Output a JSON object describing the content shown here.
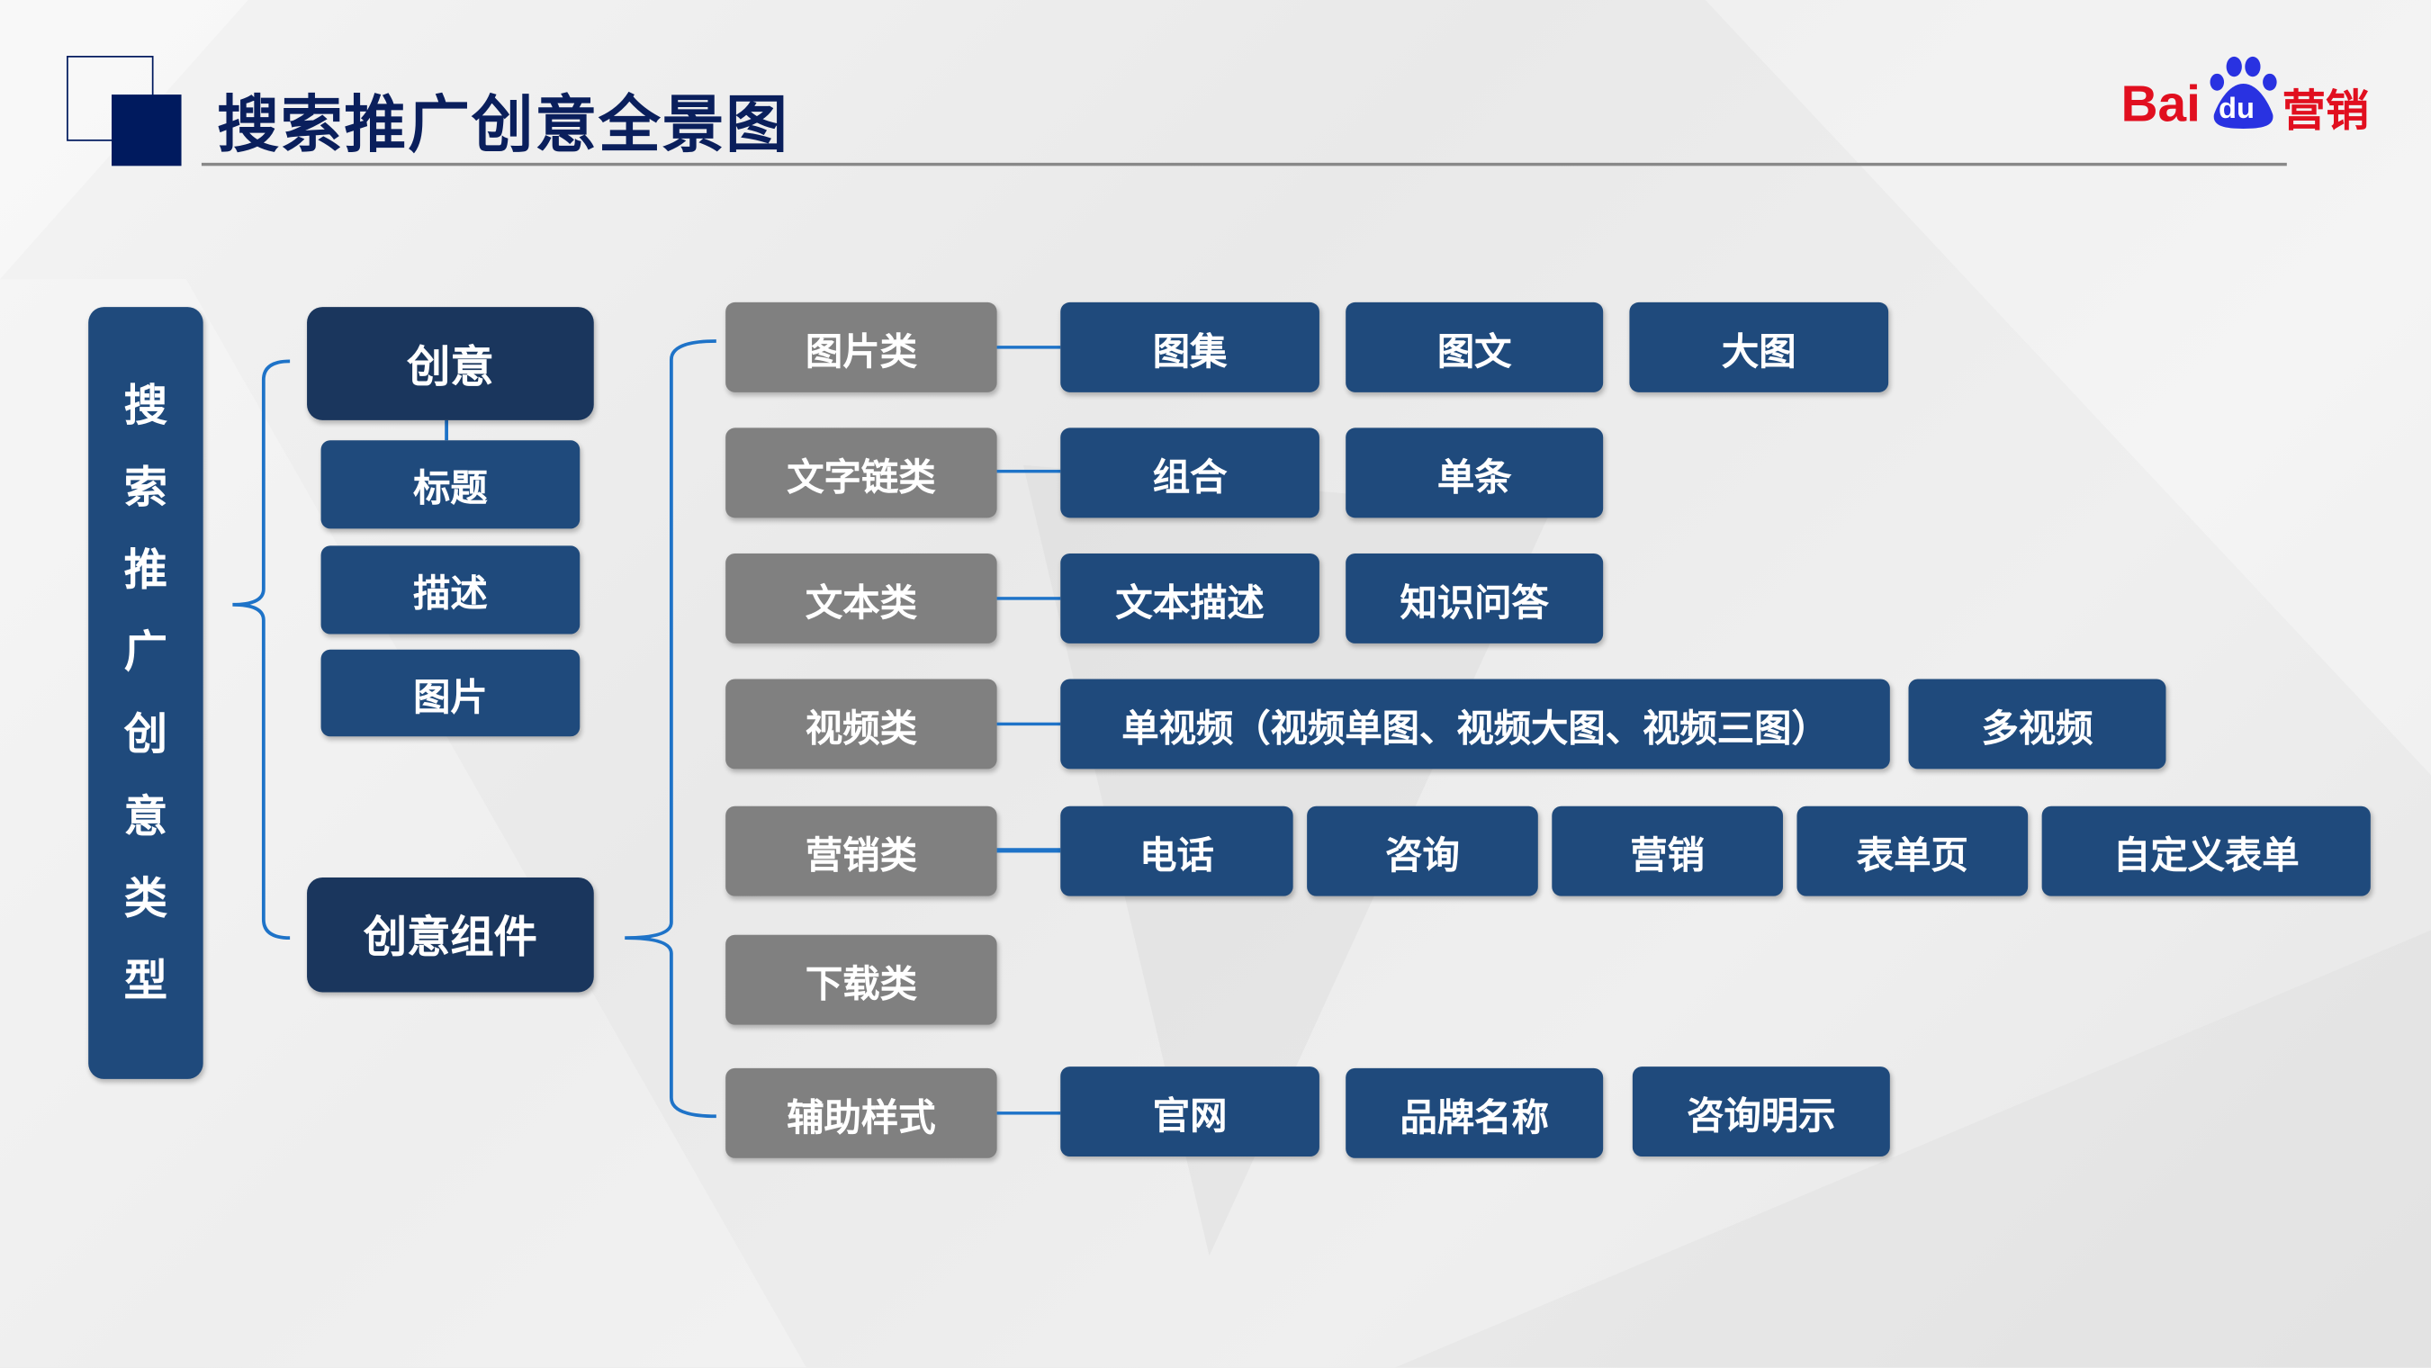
{
  "title": "搜索推广创意全景图",
  "logo": {
    "text_latin": "Bai",
    "text_paw": "du",
    "text_cn": "营销",
    "red": "#e10f1f",
    "blue": "#2932e1"
  },
  "colors": {
    "navy": "#0a1f5c",
    "box_blue": "#1f4a7c",
    "box_dark": "#1a365d",
    "box_gray": "#808080",
    "connector": "#1e73c8"
  },
  "root": {
    "chars": [
      "搜",
      "索",
      "推",
      "广",
      "创",
      "意",
      "类",
      "型"
    ]
  },
  "level1": {
    "creative": {
      "label": "创意",
      "children": [
        "标题",
        "描述",
        "图片"
      ]
    },
    "component": {
      "label": "创意组件"
    }
  },
  "categories": [
    {
      "label": "图片类",
      "items": [
        "图集",
        "图文",
        "大图"
      ]
    },
    {
      "label": "文字链类",
      "items": [
        "组合",
        "单条"
      ]
    },
    {
      "label": "文本类",
      "items": [
        "文本描述",
        "知识问答"
      ]
    },
    {
      "label": "视频类",
      "items": [
        "单视频（视频单图、视频大图、视频三图）",
        "多视频"
      ]
    },
    {
      "label": "营销类",
      "items": [
        "电话",
        "咨询",
        "营销",
        "表单页",
        "自定义表单"
      ]
    },
    {
      "label": "下载类",
      "items": []
    },
    {
      "label": "辅助样式",
      "items": [
        "官网",
        "品牌名称",
        "咨询明示"
      ]
    }
  ]
}
